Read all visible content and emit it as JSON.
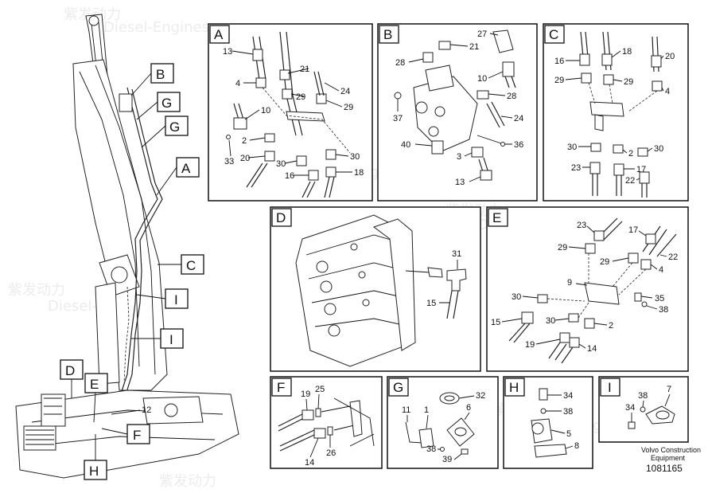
{
  "callouts": {
    "boom": [
      "B",
      "G",
      "G",
      "A",
      "C",
      "I",
      "I",
      "D",
      "E",
      "12",
      "F",
      "H"
    ]
  },
  "panels": {
    "A": {
      "letter": "A",
      "labels": [
        "13",
        "21",
        "4",
        "24",
        "29",
        "29",
        "10",
        "2",
        "20",
        "33",
        "30",
        "30",
        "16",
        "18"
      ]
    },
    "B": {
      "letter": "B",
      "labels": [
        "27",
        "21",
        "28",
        "10",
        "28",
        "37",
        "24",
        "40",
        "36",
        "3",
        "13"
      ]
    },
    "C": {
      "letter": "C",
      "labels": [
        "18",
        "16",
        "20",
        "29",
        "29",
        "4",
        "30",
        "2",
        "30",
        "23",
        "17",
        "22"
      ]
    },
    "D": {
      "letter": "D",
      "labels": [
        "31",
        "15"
      ]
    },
    "E": {
      "letter": "E",
      "labels": [
        "23",
        "17",
        "29",
        "22",
        "29",
        "4",
        "9",
        "30",
        "35",
        "38",
        "15",
        "30",
        "2",
        "19",
        "14"
      ]
    },
    "F": {
      "letter": "F",
      "labels": [
        "19",
        "25",
        "26",
        "14"
      ]
    },
    "G": {
      "letter": "G",
      "labels": [
        "32",
        "11",
        "1",
        "6",
        "38",
        "39"
      ]
    },
    "H": {
      "letter": "H",
      "labels": [
        "34",
        "38",
        "5",
        "8"
      ]
    },
    "I": {
      "letter": "I",
      "labels": [
        "38",
        "7",
        "34"
      ]
    }
  },
  "footer": {
    "brand_line1": "Volvo Construction",
    "brand_line2": "Equipment",
    "doc_number": "1081165"
  },
  "watermark": {
    "cn": "紫发动力",
    "en": "Diesel-Engines"
  }
}
